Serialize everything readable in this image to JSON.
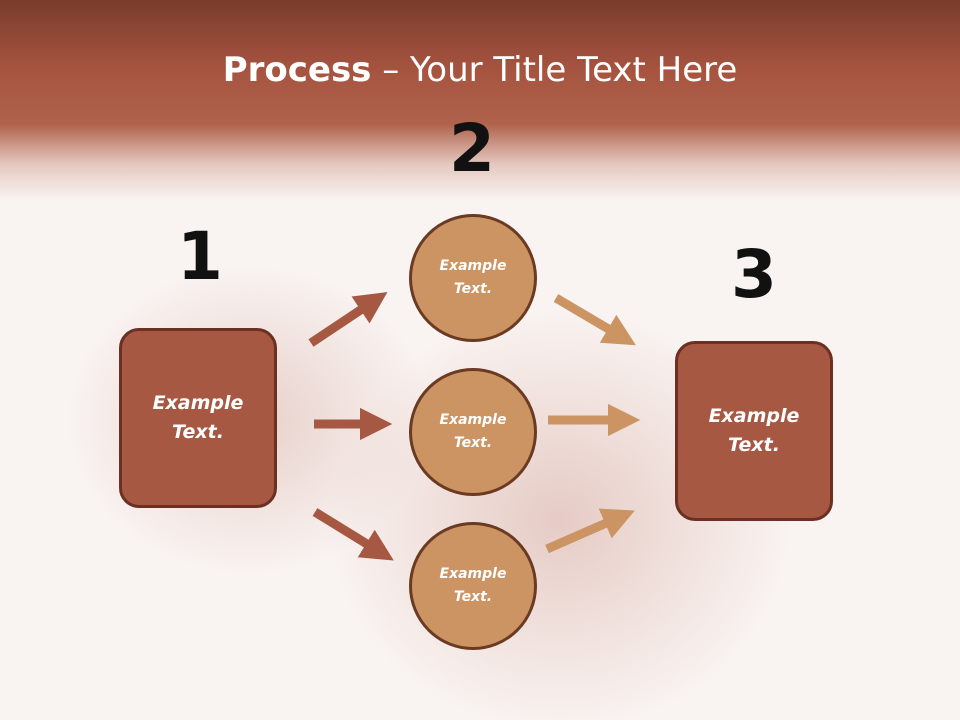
{
  "slide": {
    "title_bold": "Process",
    "title_rest": " – Your Title Text Here"
  },
  "steps": {
    "one": "1",
    "two": "2",
    "three": "3"
  },
  "shapes": {
    "left_box": "Example\nText.",
    "circle_top": "Example\nText.",
    "circle_mid": "Example\nText.",
    "circle_bot": "Example\nText.",
    "right_box": "Example\nText."
  },
  "colors": {
    "header_band": "#a65440",
    "box_fill": "#a65842",
    "circle_fill": "#cc9463",
    "arrow_left": "#a65842",
    "arrow_right": "#cc9463"
  }
}
